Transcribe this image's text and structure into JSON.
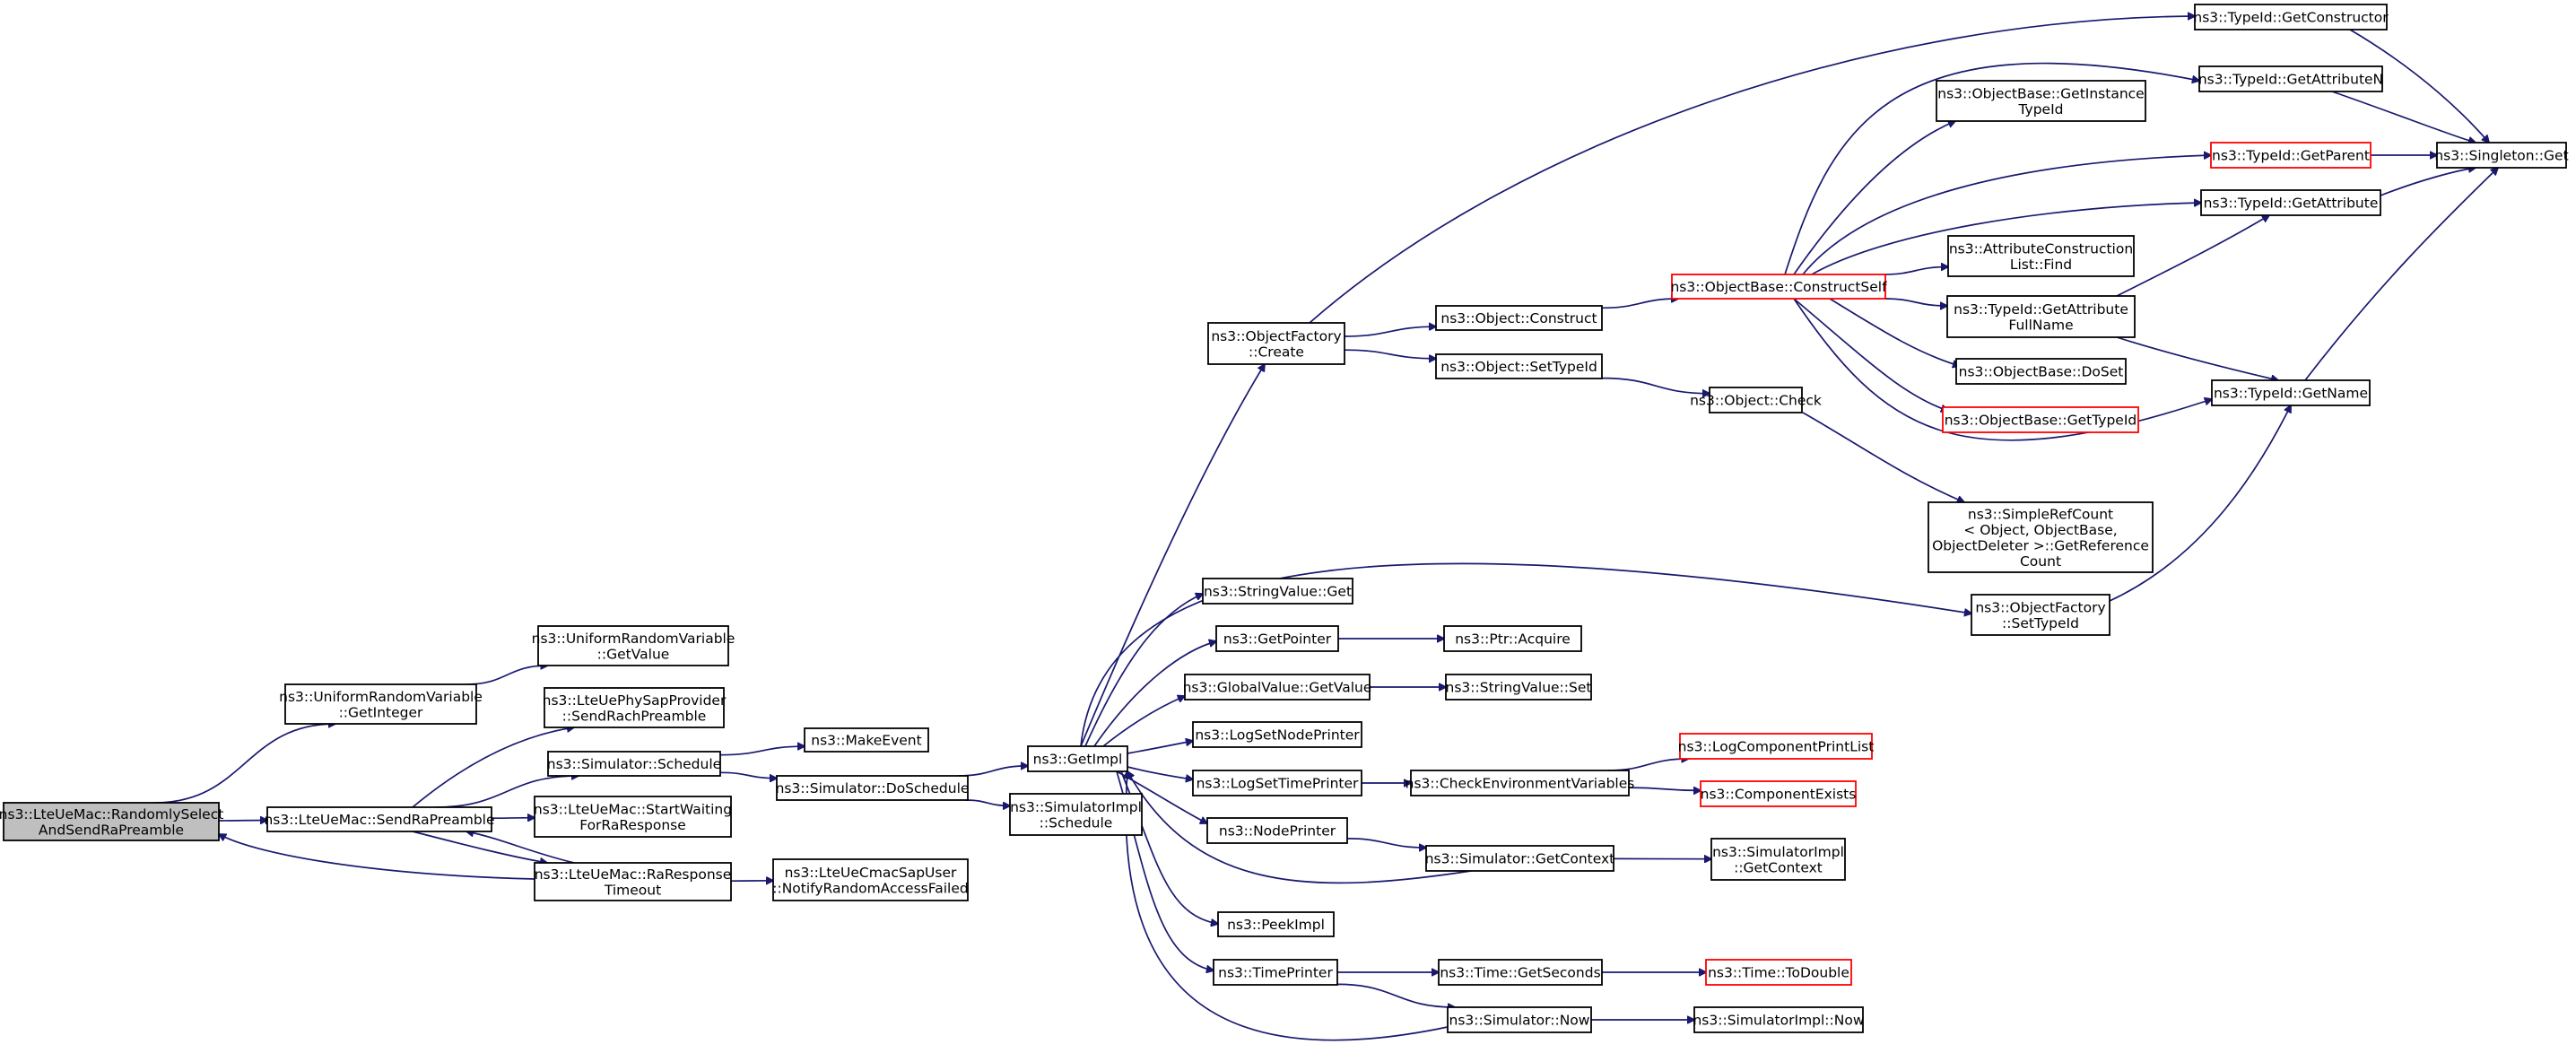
{
  "graph": {
    "type": "call-graph",
    "colors": {
      "edge": "#191970",
      "root_fill": "#bfbfbf",
      "node_fill": "#ffffff",
      "node_border": "#000000",
      "truncated_border": "#ff0000"
    },
    "nodes": [
      {
        "id": "randomly",
        "lines": [
          "ns3::LteUeMac::RandomlySelect",
          "AndSendRaPreamble"
        ],
        "style": "root"
      },
      {
        "id": "getInteger",
        "lines": [
          "ns3::UniformRandomVariable",
          "::GetInteger"
        ],
        "style": "normal"
      },
      {
        "id": "getValueURV",
        "lines": [
          "ns3::UniformRandomVariable",
          "::GetValue"
        ],
        "style": "normal"
      },
      {
        "id": "sendRaPreamble",
        "lines": [
          "ns3::LteUeMac::SendRaPreamble"
        ],
        "style": "normal"
      },
      {
        "id": "sendRach",
        "lines": [
          "ns3::LteUePhySapProvider",
          "::SendRachPreamble"
        ],
        "style": "normal"
      },
      {
        "id": "simSchedule",
        "lines": [
          "ns3::Simulator::Schedule"
        ],
        "style": "normal"
      },
      {
        "id": "startWaiting",
        "lines": [
          "ns3::LteUeMac::StartWaiting",
          "ForRaResponse"
        ],
        "style": "normal"
      },
      {
        "id": "raResponse",
        "lines": [
          "ns3::LteUeMac::RaResponse",
          "Timeout"
        ],
        "style": "normal"
      },
      {
        "id": "makeEvent",
        "lines": [
          "ns3::MakeEvent"
        ],
        "style": "normal"
      },
      {
        "id": "doSchedule",
        "lines": [
          "ns3::Simulator::DoSchedule"
        ],
        "style": "normal"
      },
      {
        "id": "notifyRA",
        "lines": [
          "ns3::LteUeCmacSapUser",
          "::NotifyRandomAccessFailed"
        ],
        "style": "normal"
      },
      {
        "id": "getImpl",
        "lines": [
          "ns3::GetImpl"
        ],
        "style": "normal"
      },
      {
        "id": "simImplSchedule",
        "lines": [
          "ns3::SimulatorImpl",
          "::Schedule"
        ],
        "style": "normal"
      },
      {
        "id": "ofCreate",
        "lines": [
          "ns3::ObjectFactory",
          "::Create"
        ],
        "style": "normal"
      },
      {
        "id": "stringValueGet",
        "lines": [
          "ns3::StringValue::Get"
        ],
        "style": "normal"
      },
      {
        "id": "getPointer",
        "lines": [
          "ns3::GetPointer"
        ],
        "style": "normal"
      },
      {
        "id": "globalValueGet",
        "lines": [
          "ns3::GlobalValue::GetValue"
        ],
        "style": "normal"
      },
      {
        "id": "logSetNode",
        "lines": [
          "ns3::LogSetNodePrinter"
        ],
        "style": "normal"
      },
      {
        "id": "logSetTime",
        "lines": [
          "ns3::LogSetTimePrinter"
        ],
        "style": "normal"
      },
      {
        "id": "nodePrinter",
        "lines": [
          "ns3::NodePrinter"
        ],
        "style": "normal"
      },
      {
        "id": "peekImpl",
        "lines": [
          "ns3::PeekImpl"
        ],
        "style": "normal"
      },
      {
        "id": "timePrinter",
        "lines": [
          "ns3::TimePrinter"
        ],
        "style": "normal"
      },
      {
        "id": "objConstruct",
        "lines": [
          "ns3::Object::Construct"
        ],
        "style": "normal"
      },
      {
        "id": "objSetTypeId",
        "lines": [
          "ns3::Object::SetTypeId"
        ],
        "style": "normal"
      },
      {
        "id": "ptrAcquire",
        "lines": [
          "ns3::Ptr::Acquire"
        ],
        "style": "normal"
      },
      {
        "id": "stringValueSet",
        "lines": [
          "ns3::StringValue::Set"
        ],
        "style": "normal"
      },
      {
        "id": "checkEnv",
        "lines": [
          "ns3::CheckEnvironmentVariables"
        ],
        "style": "normal"
      },
      {
        "id": "simGetContext",
        "lines": [
          "ns3::Simulator::GetContext"
        ],
        "style": "normal"
      },
      {
        "id": "timeGetSeconds",
        "lines": [
          "ns3::Time::GetSeconds"
        ],
        "style": "normal"
      },
      {
        "id": "simNow",
        "lines": [
          "ns3::Simulator::Now"
        ],
        "style": "normal"
      },
      {
        "id": "constructSelf",
        "lines": [
          "ns3::ObjectBase::ConstructSelf"
        ],
        "style": "red"
      },
      {
        "id": "objCheck",
        "lines": [
          "ns3::Object::Check"
        ],
        "style": "normal"
      },
      {
        "id": "logCompPrint",
        "lines": [
          "ns3::LogComponentPrintList"
        ],
        "style": "red"
      },
      {
        "id": "compExists",
        "lines": [
          "ns3::ComponentExists"
        ],
        "style": "red"
      },
      {
        "id": "simImplGetContext",
        "lines": [
          "ns3::SimulatorImpl",
          "::GetContext"
        ],
        "style": "normal"
      },
      {
        "id": "timeToDouble",
        "lines": [
          "ns3::Time::ToDouble"
        ],
        "style": "red"
      },
      {
        "id": "simImplNow",
        "lines": [
          "ns3::SimulatorImpl::Now"
        ],
        "style": "normal"
      },
      {
        "id": "getInstanceTypeId",
        "lines": [
          "ns3::ObjectBase::GetInstance",
          "TypeId"
        ],
        "style": "normal"
      },
      {
        "id": "attrConstFind",
        "lines": [
          "ns3::AttributeConstruction",
          "List::Find"
        ],
        "style": "normal"
      },
      {
        "id": "getAttrFullName",
        "lines": [
          "ns3::TypeId::GetAttribute",
          "FullName"
        ],
        "style": "normal"
      },
      {
        "id": "doSet",
        "lines": [
          "ns3::ObjectBase::DoSet"
        ],
        "style": "normal"
      },
      {
        "id": "obGetTypeId",
        "lines": [
          "ns3::ObjectBase::GetTypeId"
        ],
        "style": "red"
      },
      {
        "id": "simpleRefCount",
        "lines": [
          "ns3::SimpleRefCount",
          "< Object, ObjectBase,",
          "ObjectDeleter >::GetReference",
          "Count"
        ],
        "style": "normal"
      },
      {
        "id": "ofSetTypeId",
        "lines": [
          "ns3::ObjectFactory",
          "::SetTypeId"
        ],
        "style": "normal"
      },
      {
        "id": "getConstructor",
        "lines": [
          "ns3::TypeId::GetConstructor"
        ],
        "style": "normal"
      },
      {
        "id": "getAttributeN",
        "lines": [
          "ns3::TypeId::GetAttributeN"
        ],
        "style": "normal"
      },
      {
        "id": "getParent",
        "lines": [
          "ns3::TypeId::GetParent"
        ],
        "style": "red"
      },
      {
        "id": "getAttribute",
        "lines": [
          "ns3::TypeId::GetAttribute"
        ],
        "style": "normal"
      },
      {
        "id": "getName",
        "lines": [
          "ns3::TypeId::GetName"
        ],
        "style": "normal"
      },
      {
        "id": "singletonGet",
        "lines": [
          "ns3::Singleton::Get"
        ],
        "style": "normal"
      }
    ],
    "edges": [
      [
        "randomly",
        "getInteger"
      ],
      [
        "randomly",
        "sendRaPreamble"
      ],
      [
        "getInteger",
        "getValueURV"
      ],
      [
        "sendRaPreamble",
        "sendRach"
      ],
      [
        "sendRaPreamble",
        "simSchedule"
      ],
      [
        "sendRaPreamble",
        "startWaiting"
      ],
      [
        "sendRaPreamble",
        "raResponse"
      ],
      [
        "raResponse",
        "randomly"
      ],
      [
        "raResponse",
        "sendRaPreamble"
      ],
      [
        "raResponse",
        "notifyRA"
      ],
      [
        "simSchedule",
        "makeEvent"
      ],
      [
        "simSchedule",
        "doSchedule"
      ],
      [
        "doSchedule",
        "getImpl"
      ],
      [
        "doSchedule",
        "simImplSchedule"
      ],
      [
        "getImpl",
        "ofCreate"
      ],
      [
        "getImpl",
        "ofSetTypeId"
      ],
      [
        "getImpl",
        "stringValueGet"
      ],
      [
        "getImpl",
        "getPointer"
      ],
      [
        "getImpl",
        "globalValueGet"
      ],
      [
        "getImpl",
        "logSetNode"
      ],
      [
        "getImpl",
        "logSetTime"
      ],
      [
        "getImpl",
        "nodePrinter"
      ],
      [
        "getImpl",
        "peekImpl"
      ],
      [
        "getImpl",
        "timePrinter"
      ],
      [
        "ofCreate",
        "getConstructor"
      ],
      [
        "ofCreate",
        "objConstruct"
      ],
      [
        "ofCreate",
        "objSetTypeId"
      ],
      [
        "objConstruct",
        "constructSelf"
      ],
      [
        "objSetTypeId",
        "objCheck"
      ],
      [
        "objCheck",
        "simpleRefCount"
      ],
      [
        "constructSelf",
        "getAttributeN"
      ],
      [
        "constructSelf",
        "getInstanceTypeId"
      ],
      [
        "constructSelf",
        "getParent"
      ],
      [
        "constructSelf",
        "getAttribute"
      ],
      [
        "constructSelf",
        "attrConstFind"
      ],
      [
        "constructSelf",
        "getAttrFullName"
      ],
      [
        "constructSelf",
        "doSet"
      ],
      [
        "constructSelf",
        "obGetTypeId"
      ],
      [
        "constructSelf",
        "getName"
      ],
      [
        "getAttrFullName",
        "getAttribute"
      ],
      [
        "getAttrFullName",
        "getName"
      ],
      [
        "getConstructor",
        "singletonGet"
      ],
      [
        "getAttributeN",
        "singletonGet"
      ],
      [
        "getParent",
        "singletonGet"
      ],
      [
        "getAttribute",
        "singletonGet"
      ],
      [
        "getName",
        "singletonGet"
      ],
      [
        "ofSetTypeId",
        "getName"
      ],
      [
        "getPointer",
        "ptrAcquire"
      ],
      [
        "globalValueGet",
        "stringValueSet"
      ],
      [
        "logSetTime",
        "checkEnv"
      ],
      [
        "checkEnv",
        "logCompPrint"
      ],
      [
        "checkEnv",
        "compExists"
      ],
      [
        "nodePrinter",
        "simGetContext"
      ],
      [
        "simGetContext",
        "getImpl"
      ],
      [
        "simGetContext",
        "simImplGetContext"
      ],
      [
        "timePrinter",
        "timeGetSeconds"
      ],
      [
        "timePrinter",
        "simNow"
      ],
      [
        "timeGetSeconds",
        "timeToDouble"
      ],
      [
        "simNow",
        "getImpl"
      ],
      [
        "simNow",
        "simImplNow"
      ]
    ]
  }
}
